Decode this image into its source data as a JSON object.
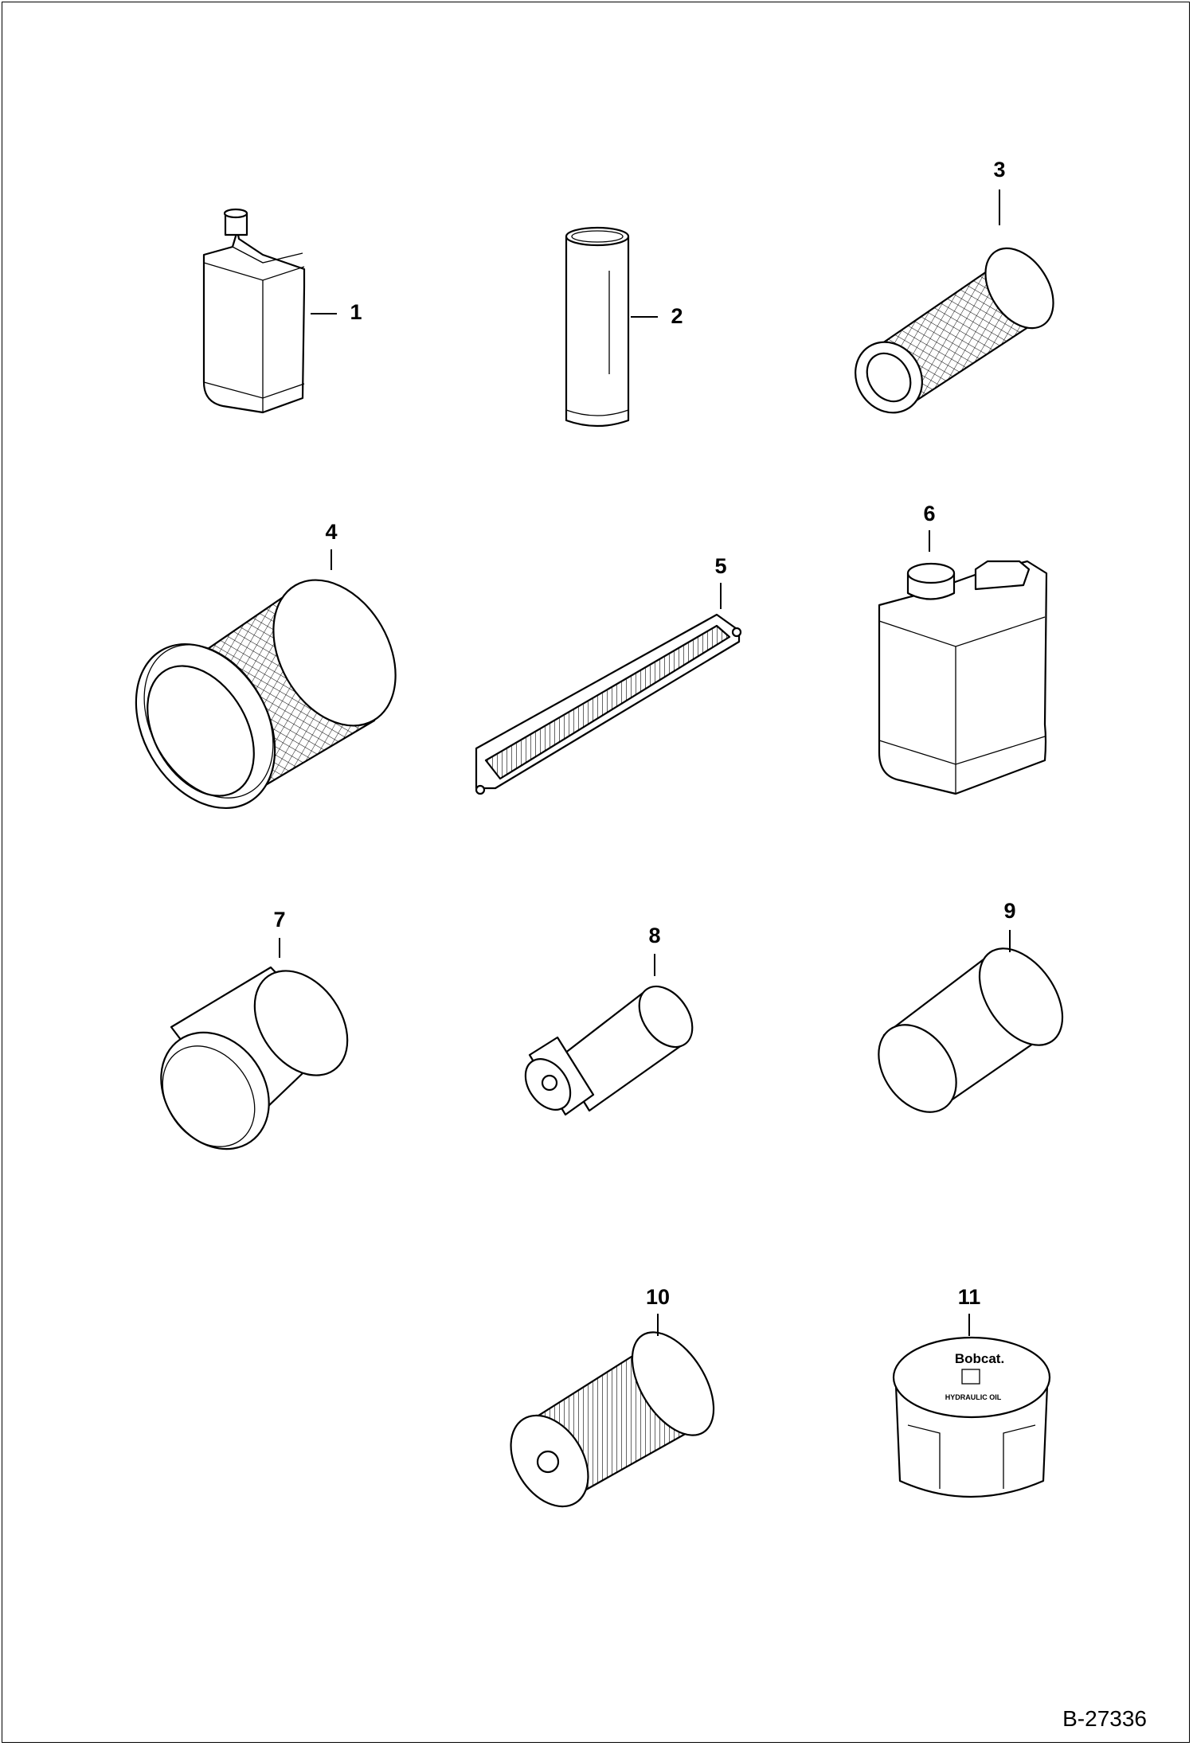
{
  "figure": {
    "reference_code": "B-27336"
  },
  "parts": [
    {
      "callout": "1",
      "icon": "oil-bottle-icon"
    },
    {
      "callout": "2",
      "icon": "inner-air-filter-icon"
    },
    {
      "callout": "3",
      "icon": "mesh-air-filter-icon"
    },
    {
      "callout": "4",
      "icon": "outer-air-filter-icon"
    },
    {
      "callout": "5",
      "icon": "cab-air-filter-icon"
    },
    {
      "callout": "6",
      "icon": "jug-icon"
    },
    {
      "callout": "7",
      "icon": "oil-filter-icon"
    },
    {
      "callout": "8",
      "icon": "fuel-filter-icon"
    },
    {
      "callout": "9",
      "icon": "canister-filter-icon"
    },
    {
      "callout": "10",
      "icon": "hydraulic-filter-element-icon"
    },
    {
      "callout": "11",
      "icon": "reservoir-cap-icon"
    }
  ],
  "cap_label": {
    "brand": "Bobcat.",
    "text": "HYDRAULIC OIL"
  }
}
